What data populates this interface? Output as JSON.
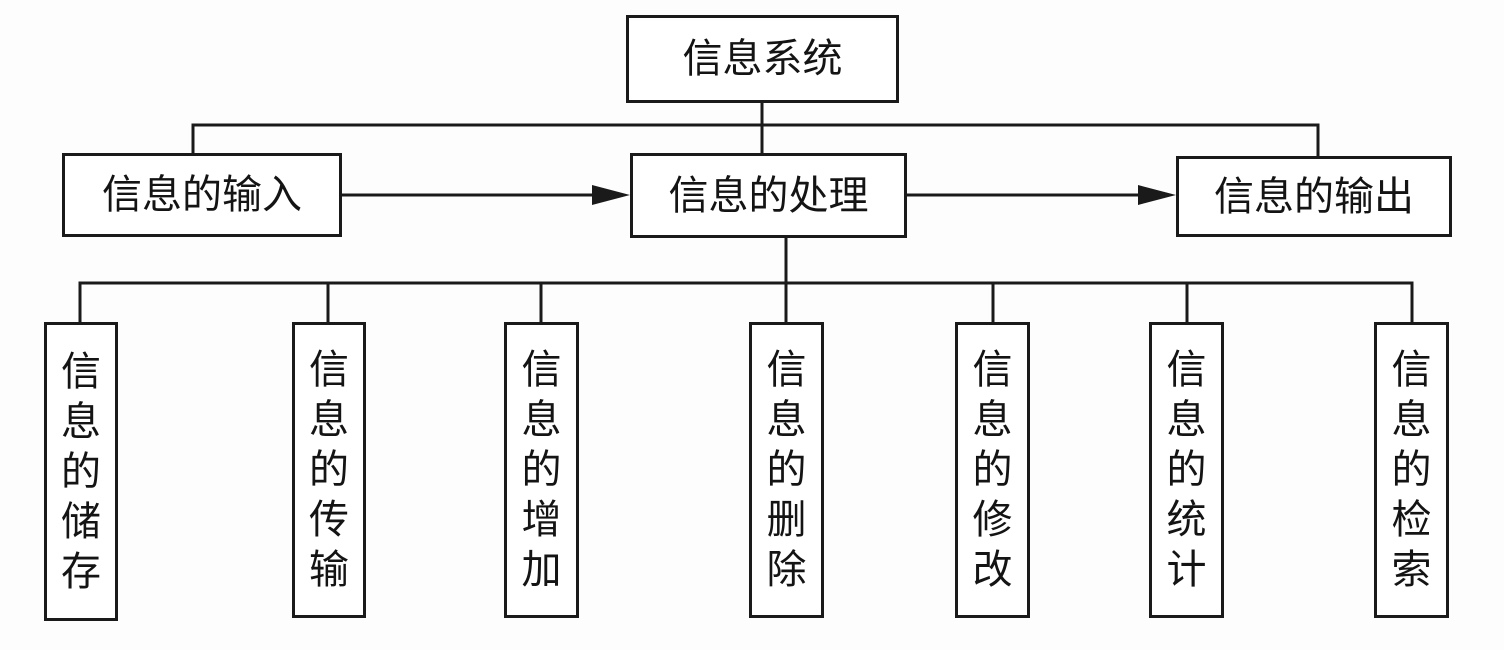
{
  "diagram": {
    "root": {
      "label": "信息系统"
    },
    "stages": [
      {
        "label": "信息的输入"
      },
      {
        "label": "信息的处理"
      },
      {
        "label": "信息的输出"
      }
    ],
    "operations": [
      {
        "label": "信息的储存"
      },
      {
        "label": "信息的传输"
      },
      {
        "label": "信息的增加"
      },
      {
        "label": "信息的删除"
      },
      {
        "label": "信息的修改"
      },
      {
        "label": "信息的统计"
      },
      {
        "label": "信息的检索"
      }
    ]
  }
}
